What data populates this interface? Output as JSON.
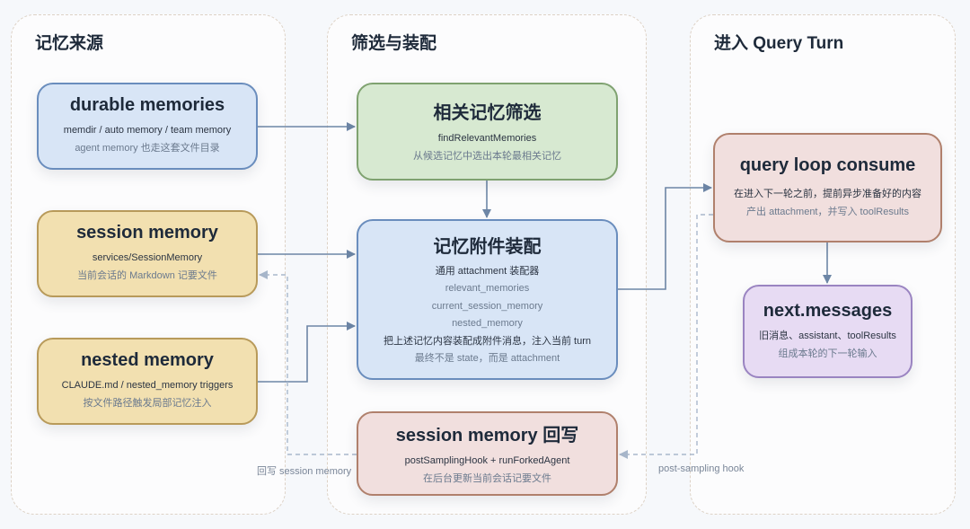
{
  "lanes": [
    {
      "id": "sources",
      "title": "记忆来源"
    },
    {
      "id": "filter_assemble",
      "title": "筛选与装配"
    },
    {
      "id": "query_turn",
      "title": "进入 Query Turn"
    }
  ],
  "nodes": {
    "durable": {
      "title": "durable memories",
      "lines": [
        "memdir / auto memory / team memory",
        "agent memory 也走这套文件目录"
      ],
      "color": "#d8e5f6"
    },
    "session": {
      "title": "session memory",
      "lines": [
        "services/SessionMemory",
        "当前会话的 Markdown 记要文件"
      ],
      "color": "#f2e0b0"
    },
    "nested": {
      "title": "nested memory",
      "lines": [
        "CLAUDE.md / nested_memory triggers",
        "按文件路径触发局部记忆注入"
      ],
      "color": "#f2e0b0"
    },
    "filter": {
      "title": "相关记忆筛选",
      "lines": [
        "findRelevantMemories",
        "从候选记忆中选出本轮最相关记忆"
      ],
      "color": "#d7e9d1"
    },
    "assemble": {
      "title": "记忆附件装配",
      "lines": [
        "通用 attachment 装配器",
        "relevant_memories",
        "current_session_memory",
        "nested_memory",
        "把上述记忆内容装配成附件消息，注入当前 turn",
        "最终不是 state，而是 attachment"
      ],
      "color": "#d8e5f6"
    },
    "writeback": {
      "title": "session memory 回写",
      "lines": [
        "postSamplingHook + runForkedAgent",
        "在后台更新当前会话记要文件"
      ],
      "color": "#f1dfde"
    },
    "query": {
      "title": "query loop consume",
      "lines": [
        "在进入下一轮之前，提前异步准备好的内容",
        "产出 attachment，并写入 toolResults"
      ],
      "color": "#f1dfde"
    },
    "next": {
      "title": "next.messages",
      "lines": [
        "旧消息、assistant、toolResults",
        "组成本轮的下一轮输入"
      ],
      "color": "#e7dbf3"
    }
  },
  "edges": [
    {
      "from": "durable",
      "to": "filter",
      "style": "solid"
    },
    {
      "from": "session",
      "to": "assemble",
      "style": "solid"
    },
    {
      "from": "nested",
      "to": "assemble",
      "style": "solid"
    },
    {
      "from": "filter",
      "to": "assemble",
      "style": "solid"
    },
    {
      "from": "assemble",
      "to": "query",
      "style": "solid"
    },
    {
      "from": "query",
      "to": "next",
      "style": "solid"
    },
    {
      "from": "query",
      "to": "writeback",
      "style": "dashed",
      "label": "post-sampling hook"
    },
    {
      "from": "writeback",
      "to": "session",
      "style": "dashed",
      "label": "回写 session memory"
    }
  ]
}
